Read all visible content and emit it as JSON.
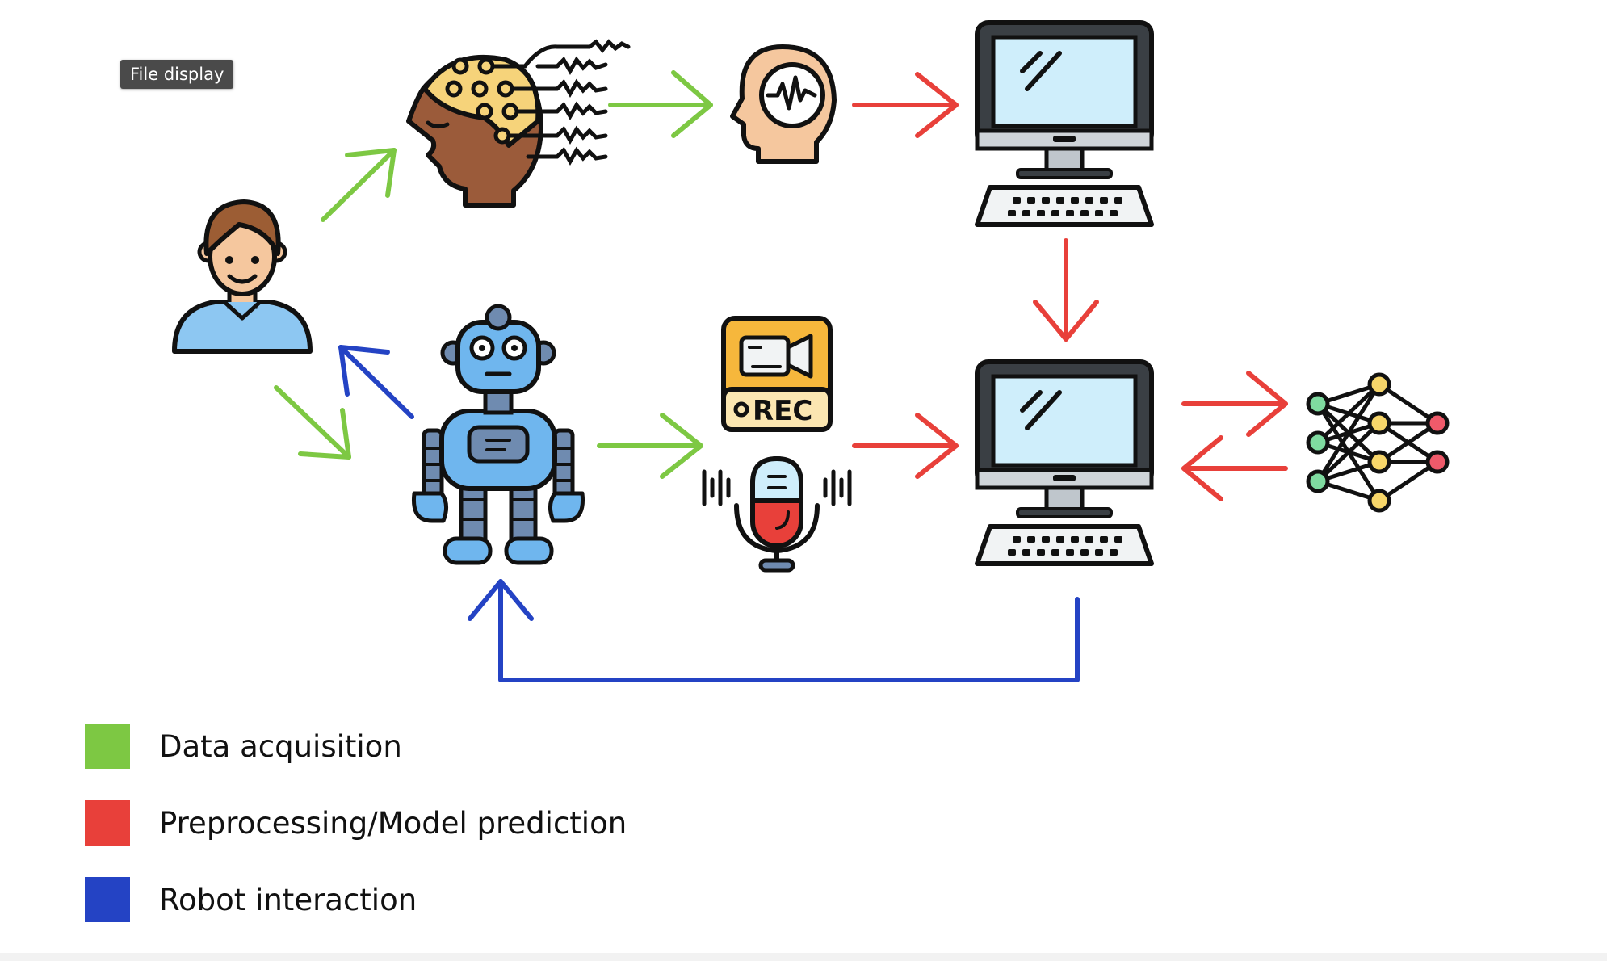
{
  "tooltip": {
    "text": "File display"
  },
  "colors": {
    "acquisition": "#7dc843",
    "preprocessing": "#e8403a",
    "interaction": "#2443c4"
  },
  "nodes": [
    {
      "id": "person",
      "icon": "person-icon"
    },
    {
      "id": "eeg",
      "icon": "eeg-headset-icon"
    },
    {
      "id": "brain",
      "icon": "brain-signal-icon"
    },
    {
      "id": "computer-top",
      "icon": "desktop-computer-icon"
    },
    {
      "id": "robot",
      "icon": "robot-icon"
    },
    {
      "id": "camera",
      "icon": "camera-rec-icon",
      "label": "REC"
    },
    {
      "id": "microphone",
      "icon": "microphone-icon"
    },
    {
      "id": "computer-bottom",
      "icon": "desktop-computer-icon"
    },
    {
      "id": "network",
      "icon": "neural-network-icon"
    }
  ],
  "legend": [
    {
      "label": "Data acquisition",
      "color": "#7dc843"
    },
    {
      "label": "Preprocessing/Model prediction",
      "color": "#e8403a"
    },
    {
      "label": "Robot interaction",
      "color": "#2443c4"
    }
  ]
}
